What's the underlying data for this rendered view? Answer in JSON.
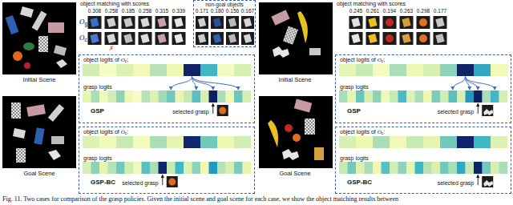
{
  "diagram": {
    "caption": "Fig. 11. Two cases for comparison of the grasp policies. Given the initial scene and goal scene for each case, we show the object matching results between",
    "nodes": [
      {
        "text": [
          "non-goal objects"
        ]
      },
      {
        "text": [
          "object logits of Oc:",
          "grasp logits",
          "GSP",
          "selected grasp"
        ]
      },
      {
        "text": [
          "object logits of Oc:",
          "grasp logits",
          "GSP-BC",
          "selected grasp"
        ]
      },
      {
        "text": [
          "object logits of Oc:",
          "grasp logits",
          "GSP",
          "selected grasp"
        ]
      },
      {
        "text": [
          "object logits of Oc:",
          "grasp logits",
          "GSP-BC",
          "selected grasp"
        ]
      }
    ],
    "labels": [
      "Initial Scene",
      "Goal Scene",
      "object matching with scores",
      "Og",
      "Oc",
      "0.308",
      "0.258",
      "0.185",
      "0.258",
      "0.315",
      "0.339",
      "0.171",
      "0.180",
      "0.156",
      "0.167",
      "✗",
      "Initial Scene",
      "Goal Scene",
      "object matching with scores",
      "0.245",
      "0.261",
      "0.194",
      "0.263",
      "0.298",
      "0.177"
    ]
  }
}
